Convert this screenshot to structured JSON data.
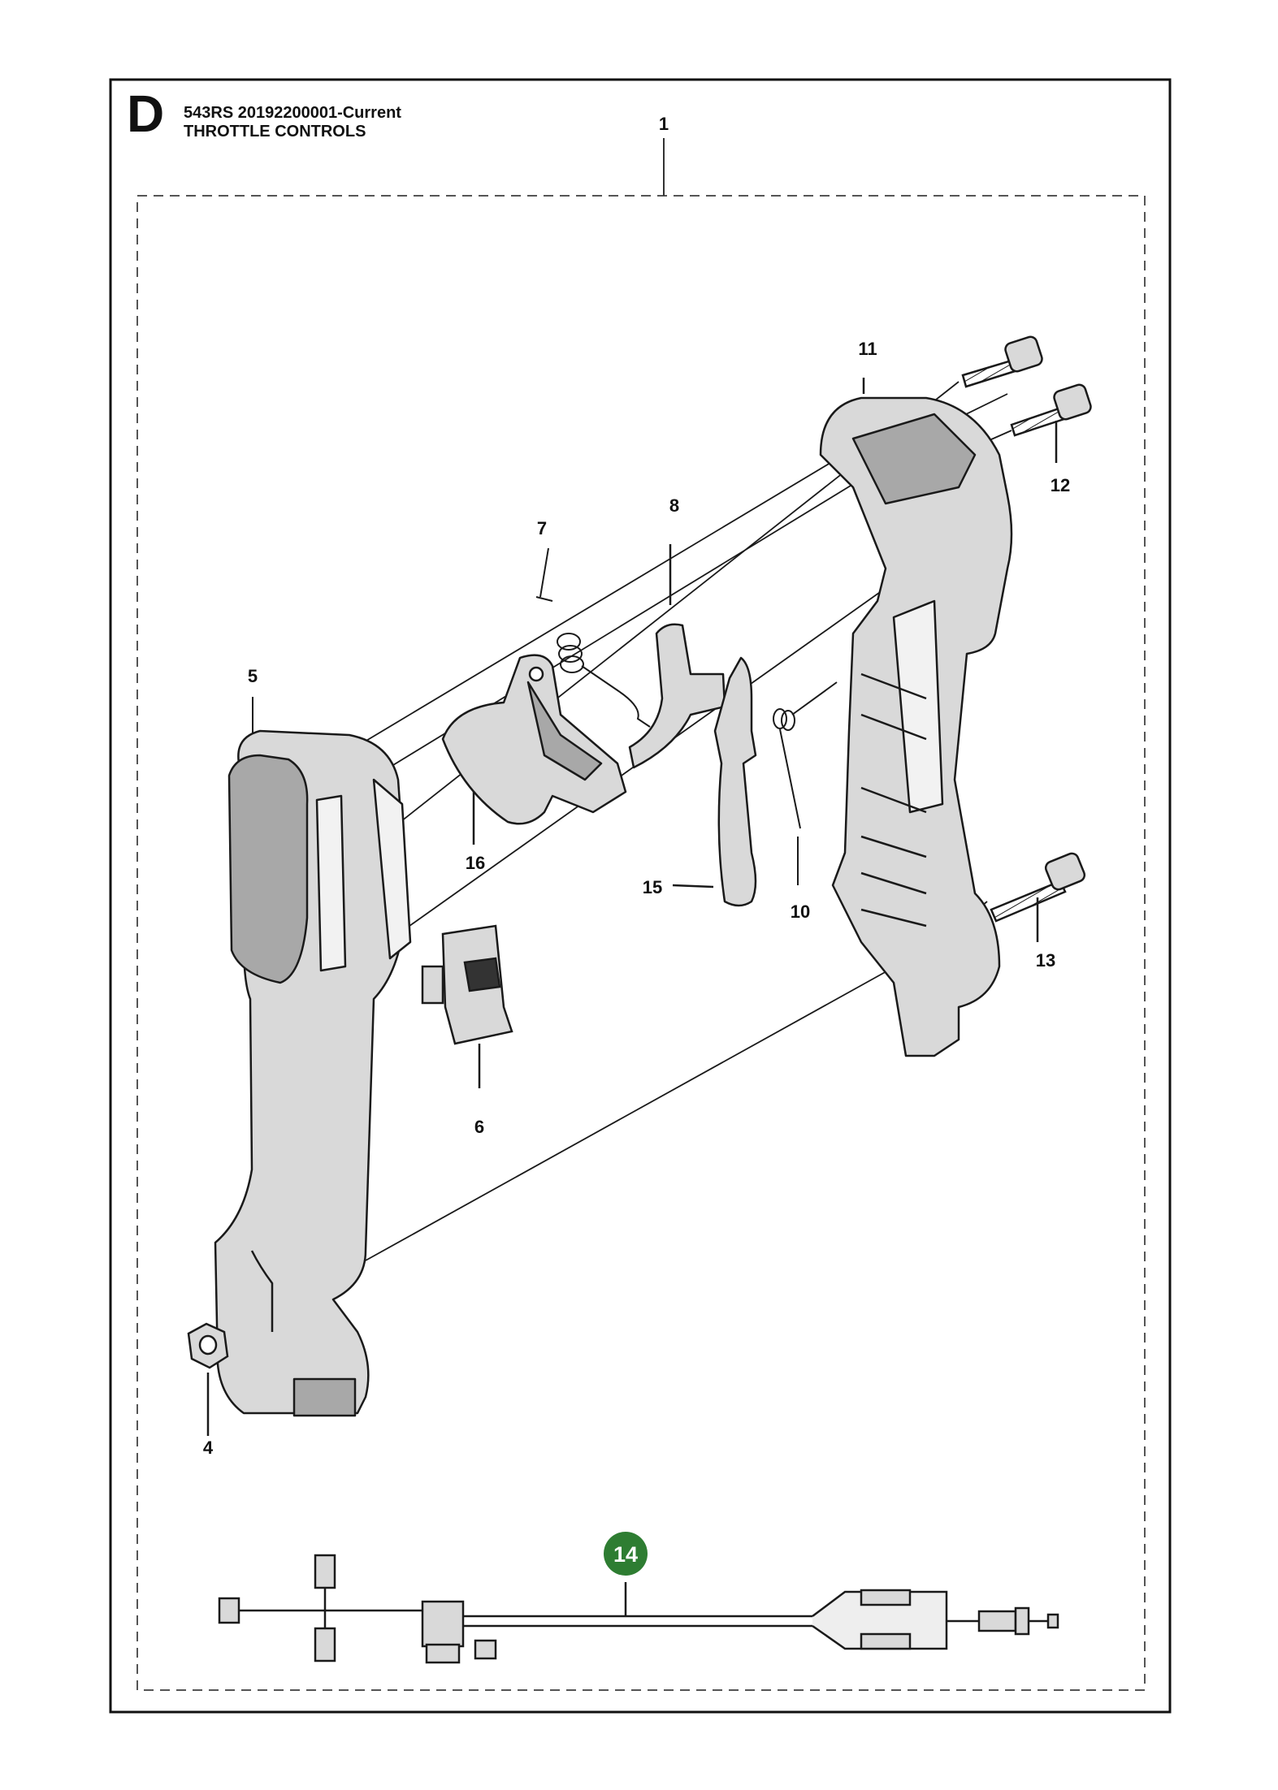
{
  "header": {
    "section_letter": "D",
    "model_line": "543RS  20192200001-Current",
    "title": "THROTTLE CONTROLS"
  },
  "callouts": [
    {
      "id": "1",
      "label": "1"
    },
    {
      "id": "4",
      "label": "4"
    },
    {
      "id": "5",
      "label": "5"
    },
    {
      "id": "6",
      "label": "6"
    },
    {
      "id": "7",
      "label": "7"
    },
    {
      "id": "8",
      "label": "8"
    },
    {
      "id": "10",
      "label": "10"
    },
    {
      "id": "11",
      "label": "11"
    },
    {
      "id": "12",
      "label": "12"
    },
    {
      "id": "13",
      "label": "13"
    },
    {
      "id": "14",
      "label": "14",
      "highlight": true
    },
    {
      "id": "15",
      "label": "15"
    },
    {
      "id": "16",
      "label": "16"
    }
  ],
  "colors": {
    "line": "#1a1a1a",
    "part_fill": "#d9d9d9",
    "part_fill_dark": "#a8a8a8",
    "highlight": "#2e7d32",
    "highlight_text": "#ffffff"
  }
}
